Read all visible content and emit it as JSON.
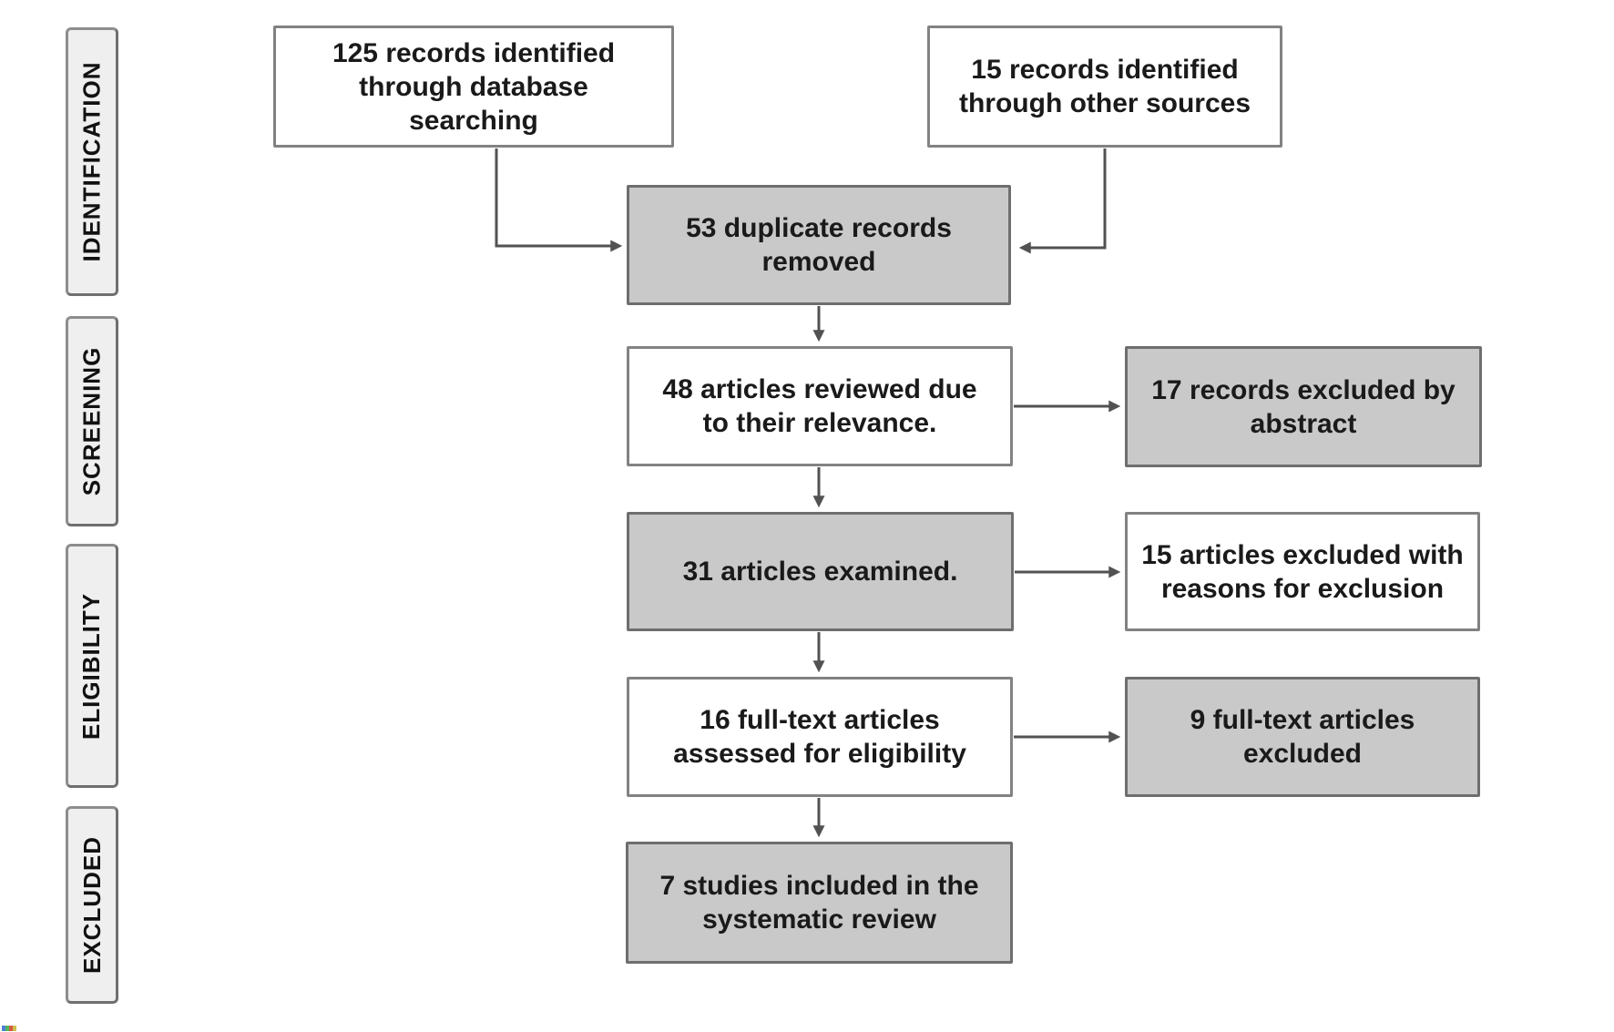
{
  "diagram": {
    "type": "prisma-flow",
    "stages": [
      {
        "id": "identification",
        "label": "IDENTIFICATION"
      },
      {
        "id": "screening",
        "label": "SCREENING"
      },
      {
        "id": "eligibility",
        "label": "ELIGIBILITY"
      },
      {
        "id": "excluded",
        "label": "EXCLUDED"
      }
    ],
    "nodes": [
      {
        "id": "database-records",
        "count": 125,
        "variant": "white",
        "lines": [
          "125 records identified",
          "through database",
          "searching"
        ]
      },
      {
        "id": "other-source-records",
        "count": 15,
        "variant": "white",
        "lines": [
          "15 records identified",
          "through other sources"
        ]
      },
      {
        "id": "duplicates-removed",
        "count": 53,
        "variant": "gray",
        "lines": [
          "53 duplicate records",
          "removed"
        ]
      },
      {
        "id": "articles-reviewed",
        "count": 48,
        "variant": "white",
        "lines": [
          "48 articles reviewed due",
          "to their relevance."
        ]
      },
      {
        "id": "excluded-by-abstract",
        "count": 17,
        "variant": "gray",
        "lines": [
          "17 records excluded by",
          "abstract"
        ]
      },
      {
        "id": "articles-examined",
        "count": 31,
        "variant": "gray",
        "lines": [
          "31 articles examined."
        ]
      },
      {
        "id": "excluded-with-reasons",
        "count": 15,
        "variant": "white",
        "lines": [
          "15 articles excluded with",
          "reasons for exclusion"
        ]
      },
      {
        "id": "fulltext-assessed",
        "count": 16,
        "variant": "white",
        "lines": [
          "16 full-text articles",
          "assessed for eligibility"
        ]
      },
      {
        "id": "fulltext-excluded",
        "count": 9,
        "variant": "gray",
        "lines": [
          "9 full-text articles",
          "excluded"
        ]
      },
      {
        "id": "studies-included",
        "count": 7,
        "variant": "gray",
        "lines": [
          "7 studies included in the",
          "systematic review"
        ]
      }
    ],
    "colors": {
      "gray_box_fill": "#c9c9c9",
      "gray_box_border": "#6e6e6e",
      "white_box_fill": "#ffffff",
      "white_box_border": "#828282",
      "stage_box_fill": "#efefef",
      "stage_box_border": "#8d8d8d",
      "arrow": "#525252"
    },
    "artifact_colors": [
      "#3b6fd4",
      "#3fae49",
      "#d0482f",
      "#c9b83a"
    ]
  }
}
